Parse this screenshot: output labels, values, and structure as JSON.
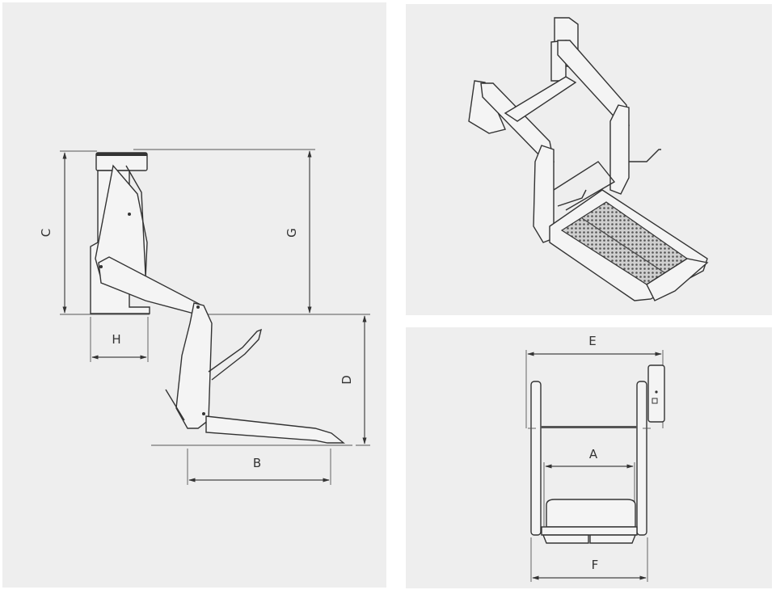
{
  "diagram": {
    "subject": "Wheelchair lift dimension drawing",
    "panels": [
      {
        "id": "side-view",
        "dimension_labels": [
          "C",
          "G",
          "H",
          "D",
          "B"
        ]
      },
      {
        "id": "isometric-view",
        "dimension_labels": []
      },
      {
        "id": "front-view",
        "dimension_labels": [
          "E",
          "A",
          "F"
        ]
      }
    ]
  },
  "labels": {
    "C": "C",
    "G": "G",
    "H": "H",
    "D": "D",
    "B": "B",
    "E": "E",
    "A": "A",
    "F": "F"
  },
  "colors": {
    "panel_background": "#eeeeee",
    "page_background": "#ffffff",
    "line": "#333333"
  }
}
